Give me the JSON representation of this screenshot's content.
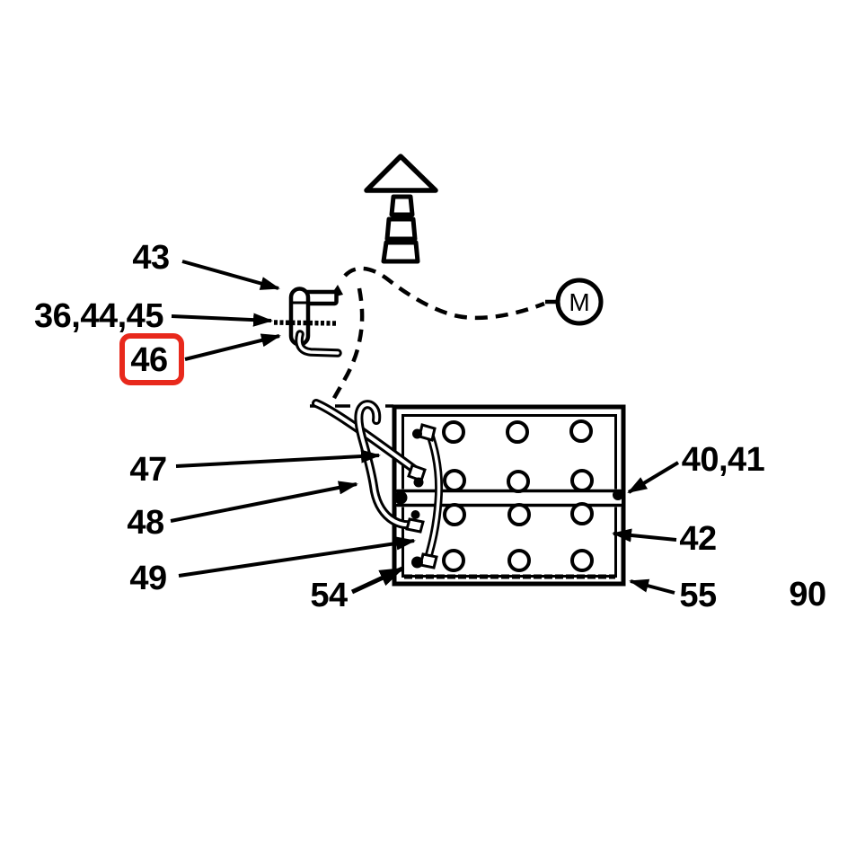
{
  "drawing": {
    "type": "exploded-parts-diagram",
    "background_color": "#ffffff",
    "line_color": "#000000",
    "highlight_color": "#e8291c",
    "motor_label": "M"
  },
  "callouts": [
    {
      "text": "43",
      "highlighted": false
    },
    {
      "text": "36,44,45",
      "highlighted": false
    },
    {
      "text": "46",
      "highlighted": true
    },
    {
      "text": "47",
      "highlighted": false
    },
    {
      "text": "48",
      "highlighted": false
    },
    {
      "text": "49",
      "highlighted": false
    },
    {
      "text": "54",
      "highlighted": false
    },
    {
      "text": "40,41",
      "highlighted": false
    },
    {
      "text": "42",
      "highlighted": false
    },
    {
      "text": "55",
      "highlighted": false
    },
    {
      "text": "90",
      "highlighted": false
    }
  ]
}
